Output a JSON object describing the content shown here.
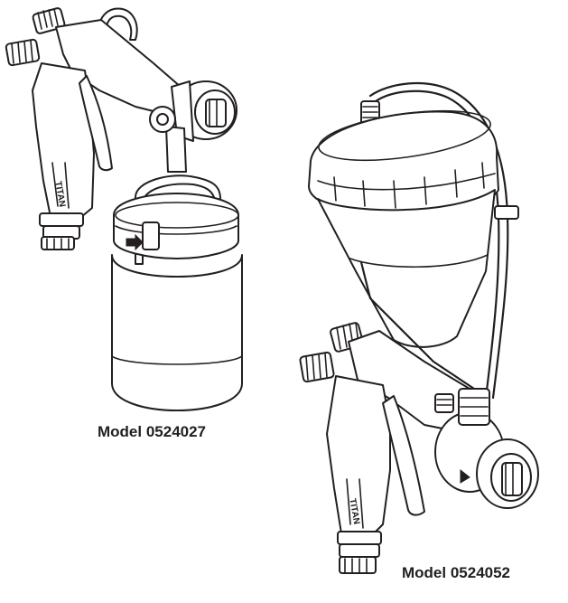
{
  "figure": {
    "items": [
      {
        "caption": "Model 0524027",
        "product": "suction-cup spray gun"
      },
      {
        "caption": "Model 0524052",
        "product": "gravity-feed cup spray gun"
      }
    ]
  }
}
